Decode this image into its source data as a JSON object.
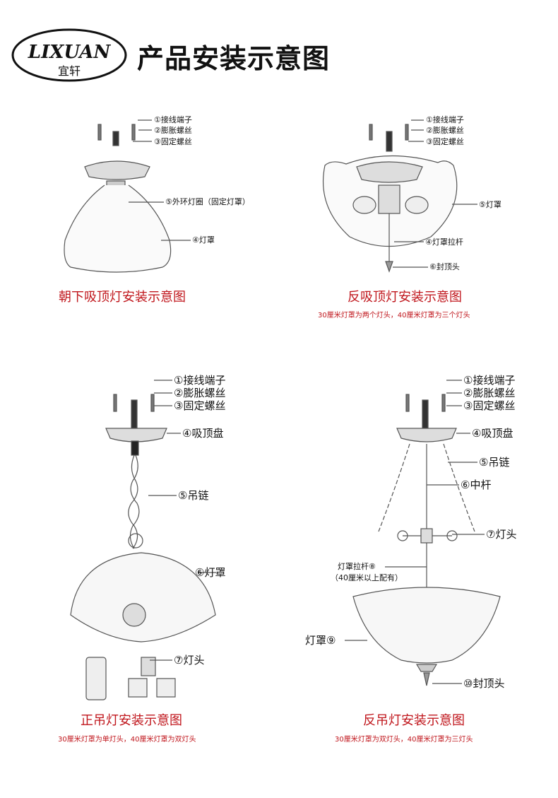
{
  "brand": {
    "logo_text": "LIXUAN",
    "logo_chinese": "宜轩"
  },
  "page_title": "产品安装示意图",
  "colors": {
    "accent_red": "#c0161c",
    "line": "#555555"
  },
  "d1": {
    "caption": "朝下吸顶灯安装示意图",
    "labels": {
      "l1": "①接线端子",
      "l2": "②膨胀螺丝",
      "l3": "③固定螺丝",
      "l5": "⑤外环灯圈（固定灯罩）",
      "l4": "④灯罩"
    }
  },
  "d2": {
    "caption": "反吸顶灯安装示意图",
    "note": "30厘米灯罩为两个灯头，40厘米灯罩为三个灯头",
    "labels": {
      "l1": "①接线端子",
      "l2": "②膨胀螺丝",
      "l3": "③固定螺丝",
      "l5": "⑤灯罩",
      "l4": "④灯罩拉杆",
      "l6": "⑥封顶头"
    }
  },
  "d3": {
    "caption": "正吊灯安装示意图",
    "note": "30厘米灯罩为单灯头，40厘米灯罩为双灯头",
    "labels": {
      "l1": "①接线端子",
      "l2": "②膨胀螺丝",
      "l3": "③固定螺丝",
      "l4": "④吸顶盘",
      "l5": "⑤吊链",
      "l6": "⑥灯罩",
      "l7": "⑦灯头"
    }
  },
  "d4": {
    "caption": "反吊灯安装示意图",
    "note": "30厘米灯罩为双灯头，40厘米灯罩为三灯头",
    "labels": {
      "l1": "①接线端子",
      "l2": "②膨胀螺丝",
      "l3": "③固定螺丝",
      "l4": "④吸顶盘",
      "l5": "⑤吊链",
      "l6": "⑥中杆",
      "l7": "⑦灯头",
      "l8": "灯罩拉杆⑧",
      "l8_note": "（40厘米以上配有）",
      "l9": "灯罩⑨",
      "l10": "⑩封顶头"
    }
  }
}
